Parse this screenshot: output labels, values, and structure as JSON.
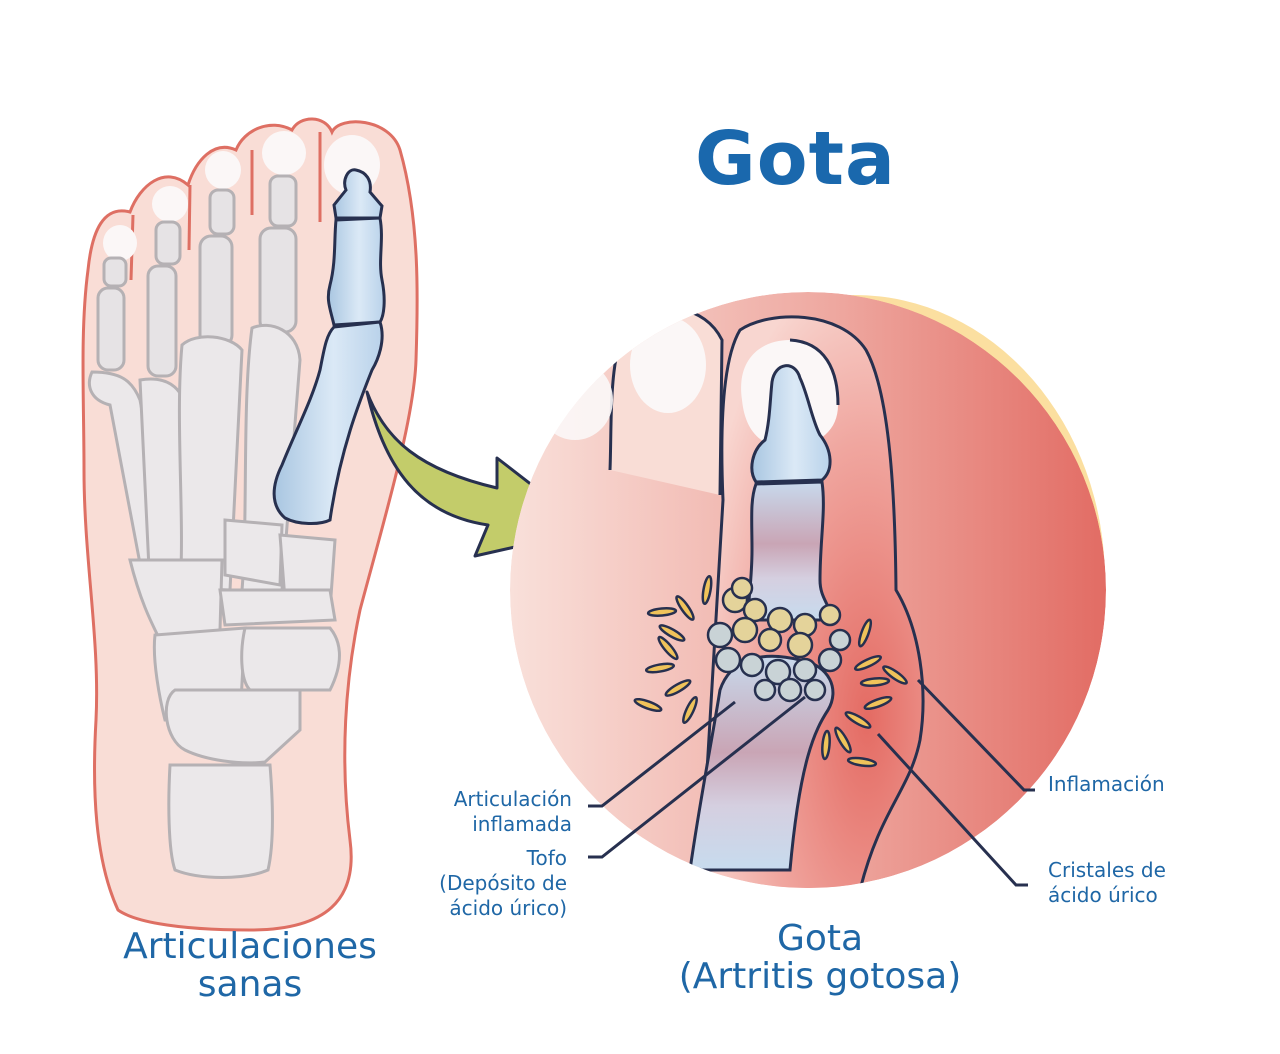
{
  "title": "Gota",
  "colors": {
    "title_blue": "#1a68ad",
    "label_blue": "#1f67a6",
    "skin": "#f9ddd6",
    "skin_outline": "#de6f63",
    "inflamed_red": "#e8776e",
    "bone_gray": "#e6e3e5",
    "bone_outline": "#b5b1b4",
    "bone_blue": "#bcd5ea",
    "arrow_green": "#c3cc6a",
    "halo_yellow": "#fbdfa0",
    "crystal_yellow": "#f0c35a",
    "outline_navy": "#27304f"
  },
  "left_panel": {
    "caption_line1": "Articulaciones",
    "caption_line2": "sanas"
  },
  "right_panel": {
    "caption_line1": "Gota",
    "caption_line2": "(Artritis gotosa)",
    "callouts": {
      "inflamed_joint_line1": "Articulación",
      "inflamed_joint_line2": "inflamada",
      "tophus_line1": "Tofo",
      "tophus_line2": "(Depósito de",
      "tophus_line3": "ácido úrico)",
      "inflammation": "Inflamación",
      "crystals_line1": "Cristales de",
      "crystals_line2": "ácido úrico"
    }
  }
}
